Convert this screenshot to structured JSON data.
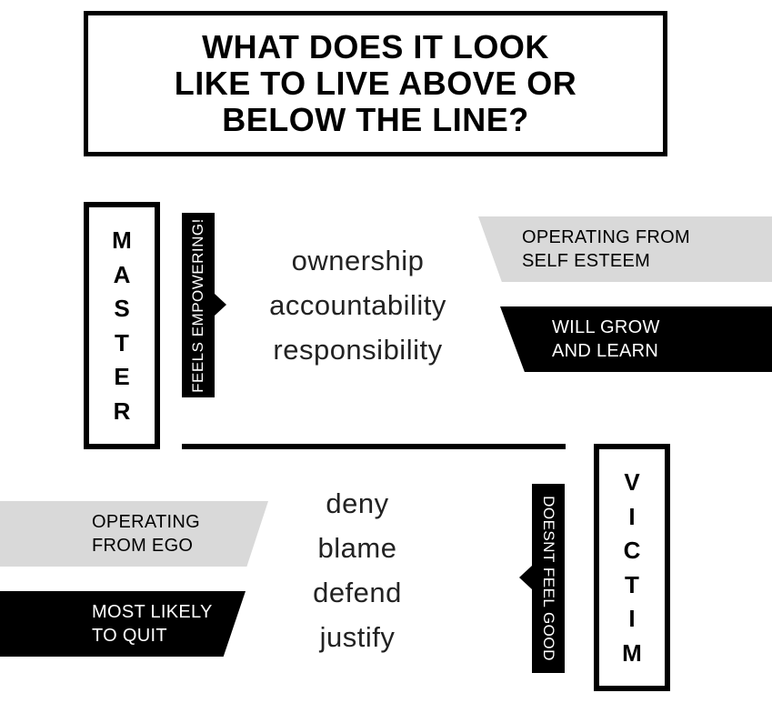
{
  "title": "WHAT DOES IT LOOK\nLIKE TO LIVE ABOVE OR\nBELOW THE LINE?",
  "master": {
    "letters": [
      "M",
      "A",
      "S",
      "T",
      "E",
      "R"
    ],
    "tag": "FEELS EMPOWERING!",
    "words": [
      "ownership",
      "accountability",
      "responsibility"
    ],
    "banners": {
      "gray": "OPERATING FROM\nSELF ESTEEM",
      "black": "WILL GROW\nAND LEARN"
    }
  },
  "victim": {
    "letters": [
      "V",
      "I",
      "C",
      "T",
      "I",
      "M"
    ],
    "tag": "DOESNT FEEL GOOD",
    "words": [
      "deny",
      "blame",
      "defend",
      "justify"
    ],
    "banners": {
      "gray": "OPERATING\nFROM EGO",
      "black": "MOST LIKELY\nTO QUIT"
    }
  },
  "colors": {
    "black": "#000000",
    "gray_banner": "#d9d9d9",
    "background": "#ffffff"
  }
}
